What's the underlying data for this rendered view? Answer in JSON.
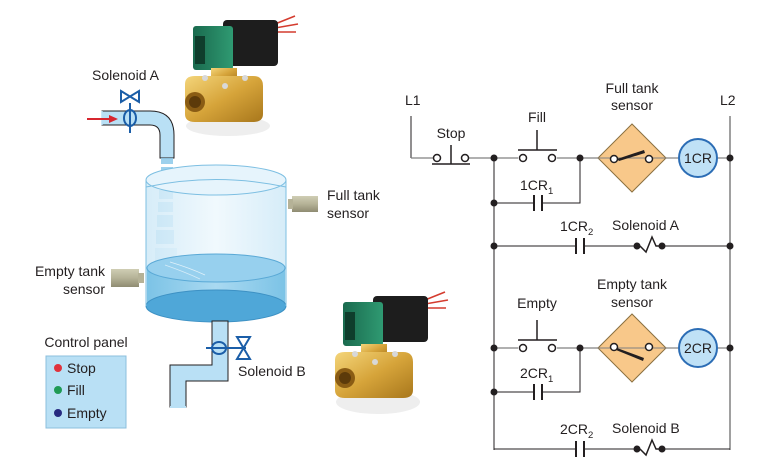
{
  "physical": {
    "solenoid_a_label": "Solenoid A",
    "solenoid_b_label": "Solenoid B",
    "full_sensor_label": [
      "Full tank",
      "sensor"
    ],
    "empty_sensor_label": [
      "Empty tank",
      "sensor"
    ],
    "control_panel": {
      "title": "Control panel",
      "buttons": [
        {
          "label": "Stop",
          "color": "#e0323c"
        },
        {
          "label": "Fill",
          "color": "#1f9a55"
        },
        {
          "label": "Empty",
          "color": "#262a80"
        }
      ]
    }
  },
  "ladder": {
    "rail_left": "L1",
    "rail_right": "L2",
    "rung1": {
      "stop_label": "Stop",
      "fill_label": "Fill",
      "sensor_label": [
        "Full tank",
        "sensor"
      ],
      "coil": "1CR",
      "seal_contact": {
        "base": "1CR",
        "sub": "1"
      }
    },
    "rung2": {
      "contact": {
        "base": "1CR",
        "sub": "2"
      },
      "load": "Solenoid A"
    },
    "rung3": {
      "empty_label": "Empty",
      "sensor_label": [
        "Empty tank",
        "sensor"
      ],
      "coil": "2CR",
      "seal_contact": {
        "base": "2CR",
        "sub": "1"
      }
    },
    "rung4": {
      "contact": {
        "base": "2CR",
        "sub": "2"
      },
      "load": "Solenoid B"
    }
  },
  "colors": {
    "water_light": "#b9e0f5",
    "water_dark": "#5fb3de",
    "valve_blue": "#1b5ea8",
    "arrow_red": "#d7262f",
    "sensor_fill": "#f8c88a",
    "coil_fill": "#bfe1f6",
    "coil_stroke": "#2c6db5",
    "wire": "#808080"
  }
}
